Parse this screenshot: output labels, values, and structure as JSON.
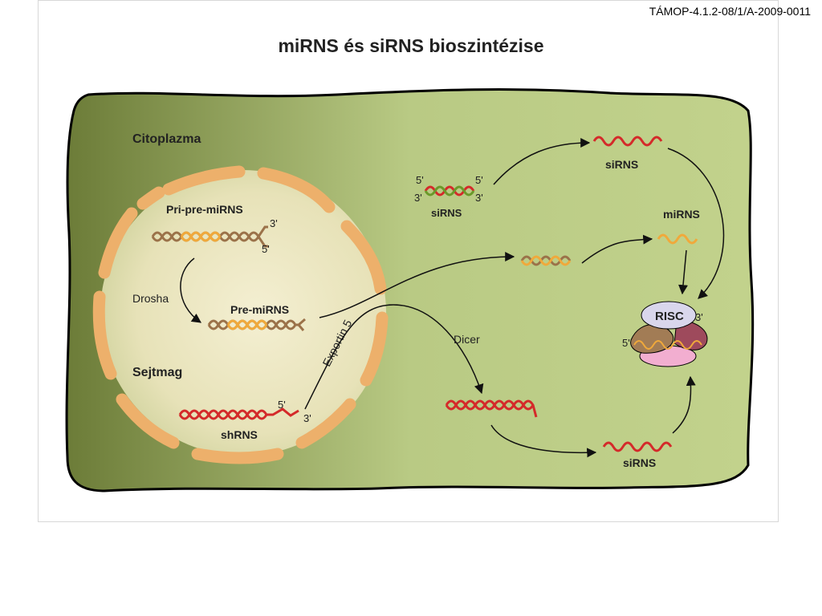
{
  "header": {
    "project_code": "TÁMOP-4.1.2-08/1/A-2009-0011",
    "title": "miRNS és siRNS bioszintézise"
  },
  "regions": {
    "cytoplasm": "Citoplazma",
    "nucleus": "Sejtmag"
  },
  "labels": {
    "pri_pre_mirns": "Pri-pre-miRNS",
    "pre_mirns": "Pre-miRNS",
    "shrns": "shRNS",
    "drosha": "Drosha",
    "exportin": "Exportin 5",
    "dicer": "Dicer",
    "sirns_duplex": "siRNS",
    "sirns_top": "siRNS",
    "mirns": "miRNS",
    "sirns_bottom": "siRNS",
    "risc": "RISC"
  },
  "ends": {
    "pri_3": "3'",
    "pri_5": "5'",
    "shrns_5": "5'",
    "shrns_3": "3'",
    "duplex_5_left": "5'",
    "duplex_5_right": "5'",
    "duplex_3_left": "3'",
    "duplex_3_right": "3'",
    "risc_3": "3'",
    "risc_5": "5'"
  },
  "colors": {
    "cytoplasm_dark": "#6e7f3b",
    "cytoplasm_light": "#c2d28c",
    "nucleus_fill": "#f3edc9",
    "nuclear_envelope": "#edb06b",
    "strand_brown": "#9b7249",
    "strand_orange": "#f0a93b",
    "strand_red": "#d42a2a",
    "strand_green": "#6a9a2a",
    "risc_lilac": "#d9d6ec",
    "risc_pink": "#f2aed0",
    "risc_maroon": "#9e4a5c",
    "risc_tan": "#a27c55"
  }
}
